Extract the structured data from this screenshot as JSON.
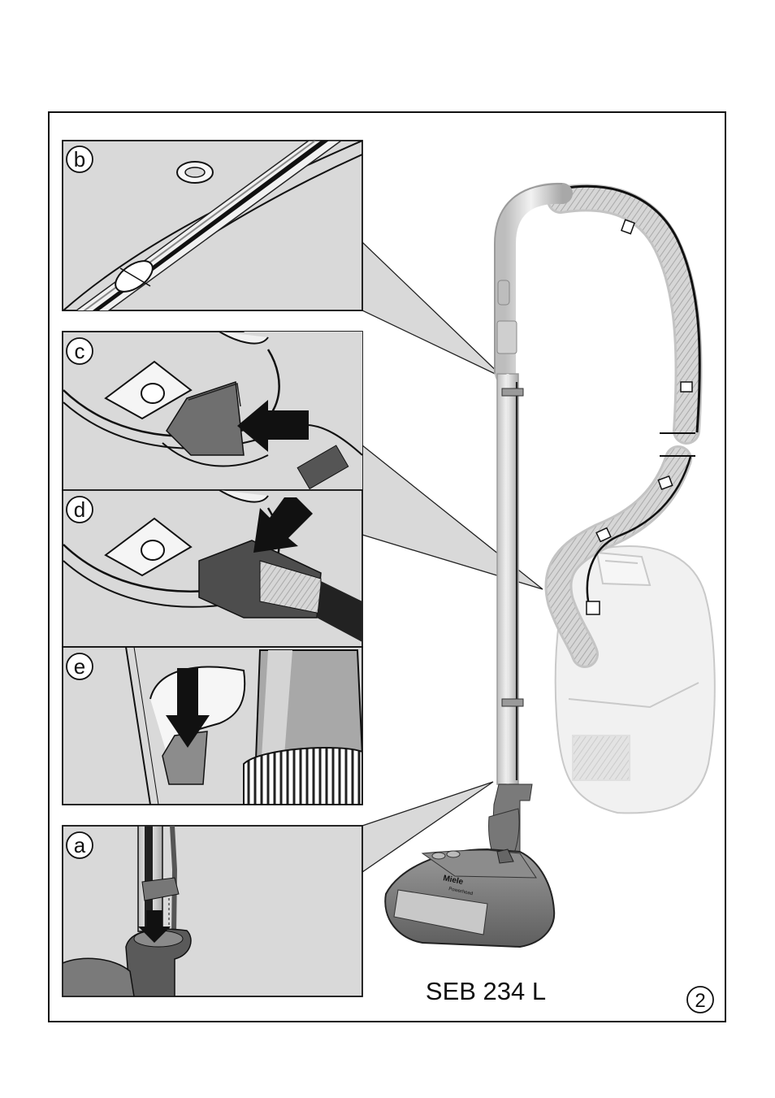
{
  "panels": [
    {
      "id": "b",
      "letter": "b"
    },
    {
      "id": "c",
      "letter": "c"
    },
    {
      "id": "d",
      "letter": "d"
    },
    {
      "id": "e",
      "letter": "e"
    },
    {
      "id": "a",
      "letter": "a"
    }
  ],
  "model": "SEB 234 L",
  "figure_number": "2",
  "brand_on_head": "Miele",
  "subbrand_on_head": "Powerhead",
  "colors": {
    "frame": "#111111",
    "panel_bg": "#d9d9d9",
    "vacuum_light": "#c9c9c9",
    "dark_part": "#555555",
    "arrow": "#111111"
  }
}
